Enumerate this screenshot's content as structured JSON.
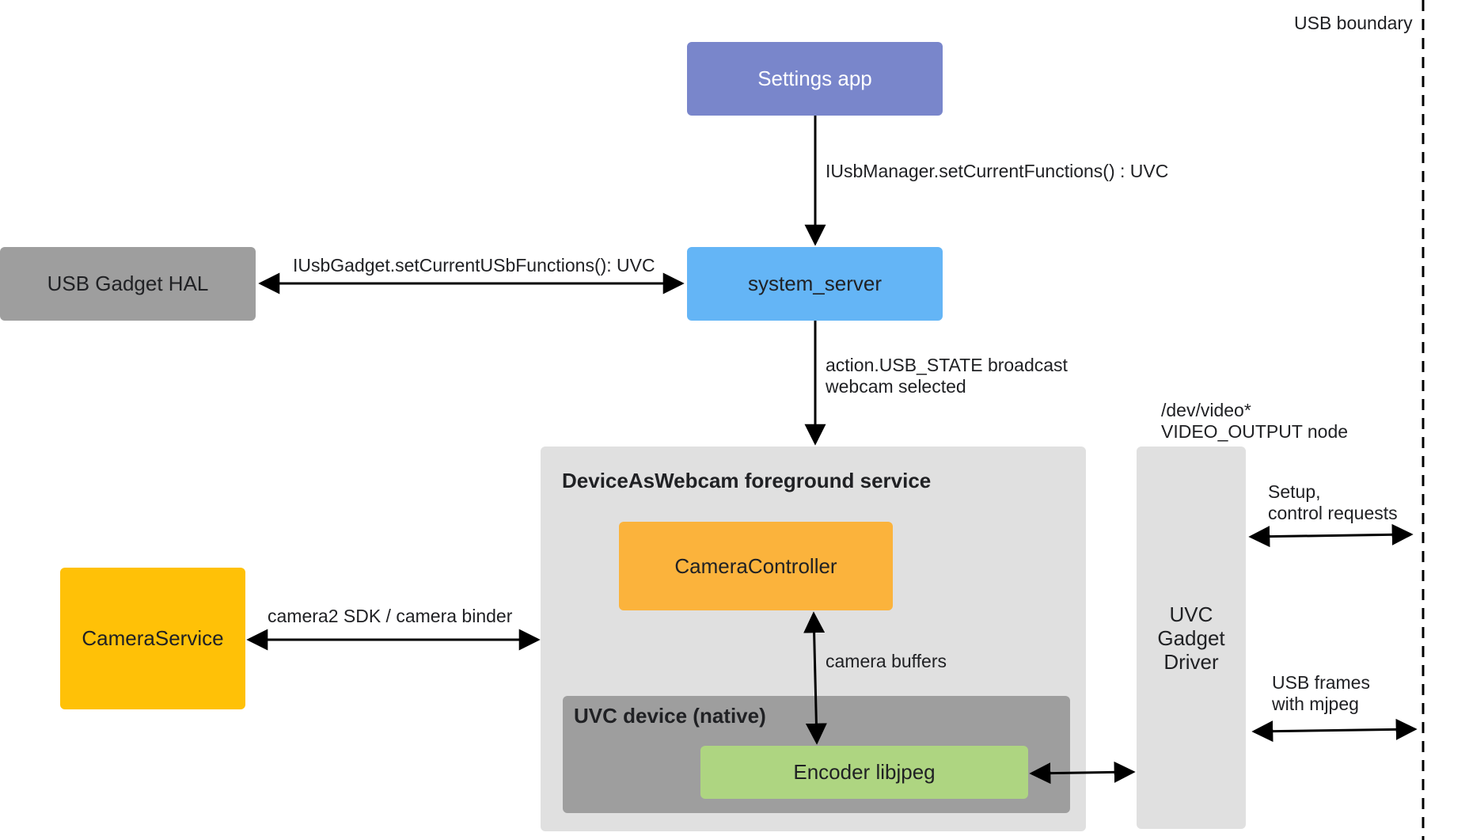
{
  "boundary": {
    "label": "USB boundary"
  },
  "nodes": {
    "settings_app": {
      "label": "Settings app",
      "color": "#7986CB"
    },
    "system_server": {
      "label": "system_server",
      "color": "#64B5F6"
    },
    "usb_gadget_hal": {
      "label": "USB Gadget HAL",
      "color": "#9E9E9E"
    },
    "camera_service": {
      "label": "CameraService",
      "color": "#FFC107"
    },
    "webcam_service": {
      "label": "DeviceAsWebcam foreground service",
      "color": "#E0E0E0"
    },
    "camera_controller": {
      "label": "CameraController",
      "color": "#FBB33C"
    },
    "uvc_device": {
      "label": "UVC device (native)",
      "color": "#9E9E9E"
    },
    "encoder": {
      "label": "Encoder libjpeg",
      "color": "#AED581"
    },
    "uvc_driver": {
      "label": "UVC\nGadget\nDriver",
      "color": "#E0E0E0"
    }
  },
  "edges": {
    "settings_to_server": "IUsbManager.setCurrentFunctions() : UVC",
    "hal_server": "IUsbGadget.setCurrentUSbFunctions(): UVC",
    "server_to_webcam": "action.USB_STATE broadcast\nwebcam selected",
    "camera_sdk": "camera2 SDK / camera binder",
    "camera_buffers": "camera buffers",
    "video_node": "/dev/video*\nVIDEO_OUTPUT node",
    "setup_requests": "Setup,\ncontrol requests",
    "usb_frames": "USB frames\nwith mjpeg"
  }
}
